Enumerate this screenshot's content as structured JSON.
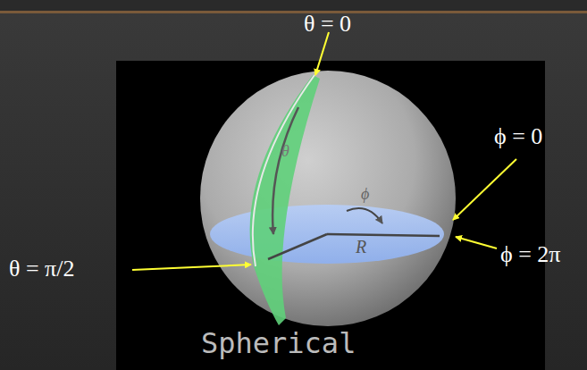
{
  "diagram": {
    "labels": [
      "θ = 0",
      "ϕ = 0",
      "ϕ = 2π",
      "θ = π/2",
      "θ",
      "ϕ",
      "R",
      "Spherical"
    ]
  }
}
